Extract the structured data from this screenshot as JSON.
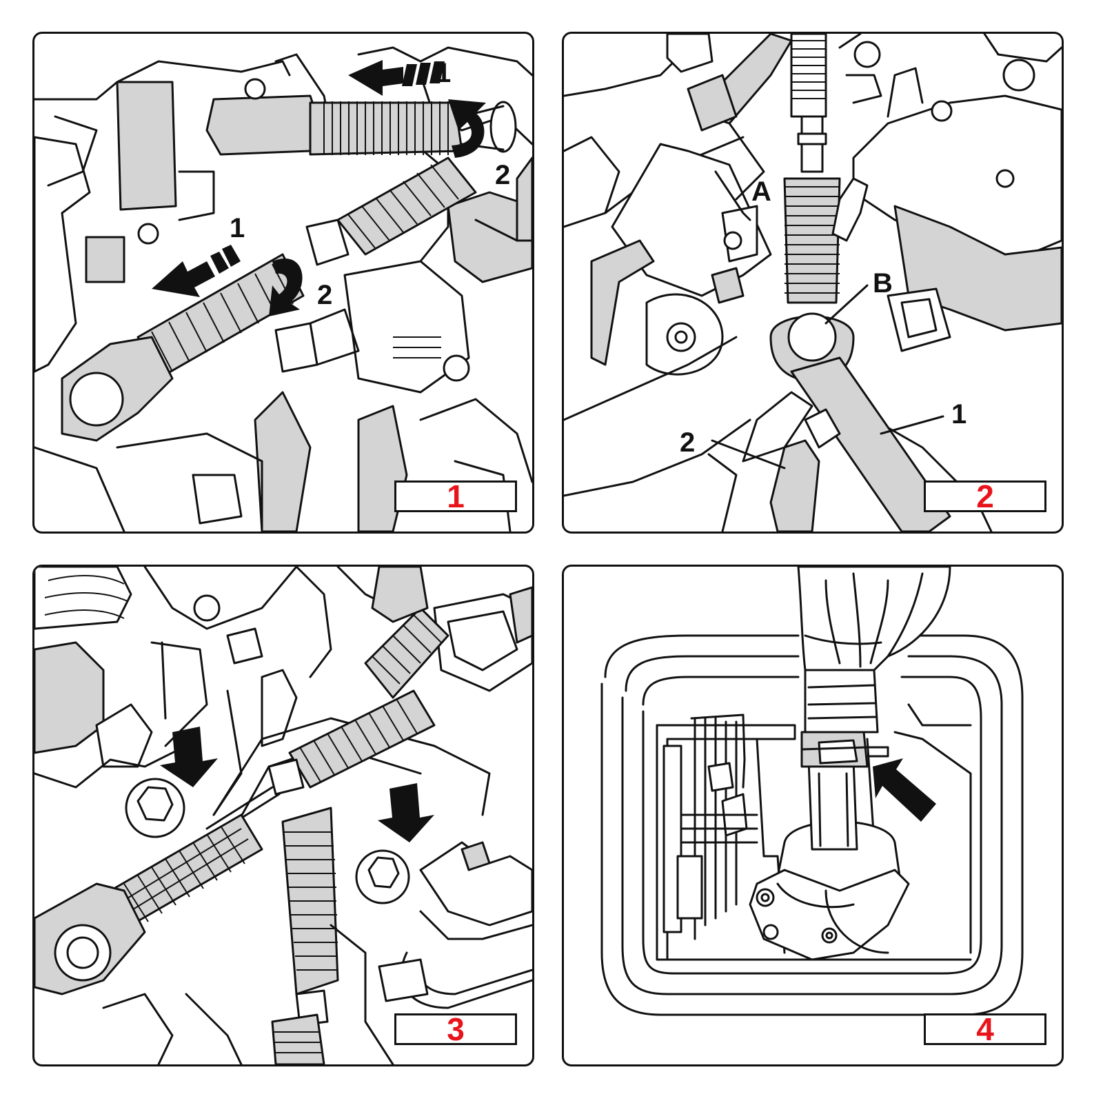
{
  "panels": [
    {
      "id": "1",
      "badge": "1",
      "labels": {
        "push1_top": "1",
        "rotate2_top": "2",
        "push1_low": "1",
        "rotate2_low": "2"
      }
    },
    {
      "id": "2",
      "badge": "2",
      "labels": {
        "a": "A",
        "b": "B",
        "tool1": "1",
        "tool2": "2"
      }
    },
    {
      "id": "3",
      "badge": "3",
      "labels": {}
    },
    {
      "id": "4",
      "badge": "4",
      "labels": {}
    }
  ],
  "colors": {
    "badge_text": "#e8141b",
    "line": "#111111",
    "fill": "#d4d4d4"
  }
}
